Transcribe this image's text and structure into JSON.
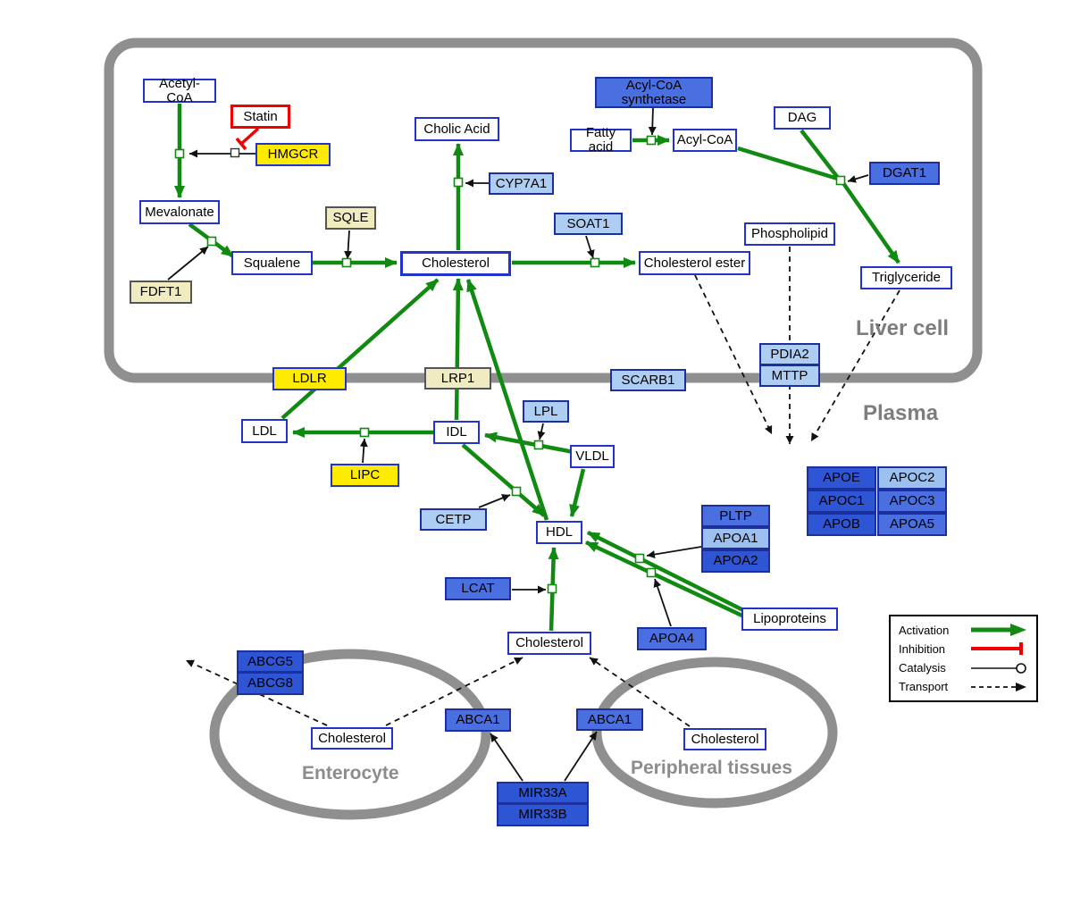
{
  "regions": {
    "liver": {
      "label": "Liver cell"
    },
    "plasma": {
      "label": "Plasma"
    },
    "enterocyte": {
      "label": "Enterocyte"
    },
    "peripheral": {
      "label": "Peripheral tissues"
    }
  },
  "legend": {
    "activation": "Activation",
    "inhibition": "Inhibition",
    "catalysis": "Catalysis",
    "transport": "Transport"
  },
  "colors": {
    "activation_green": "#108a10",
    "inhibition_red": "#f00000",
    "membrane_gray": "#8f8f8f",
    "metabolite_border_blue": "#2233cc",
    "enzyme_yellow": "#ffeb00",
    "enzyme_light_blue": "#aecdf2",
    "enzyme_medium_blue": "#4a6fe0",
    "enzyme_dark_blue": "#2e55d4",
    "enzyme_cream": "#f0ecc0"
  },
  "nodes": {
    "acetyl_coa": {
      "label": "Acetyl-CoA"
    },
    "statin": {
      "label": "Statin"
    },
    "hmgcr": {
      "label": "HMGCR"
    },
    "mevalonate": {
      "label": "Mevalonate"
    },
    "cholic_acid": {
      "label": "Cholic Acid"
    },
    "cyp7a1": {
      "label": "CYP7A1"
    },
    "sqle": {
      "label": "SQLE"
    },
    "squalene": {
      "label": "Squalene"
    },
    "fdft1": {
      "label": "FDFT1"
    },
    "cholesterol_liver": {
      "label": "Cholesterol"
    },
    "soat1": {
      "label": "SOAT1"
    },
    "cholesterol_ester": {
      "label": "Cholesterol ester"
    },
    "acyl_coa_synthetase": {
      "label": "Acyl-CoA synthetase"
    },
    "fatty_acid": {
      "label": "Fatty acid"
    },
    "acyl_coa": {
      "label": "Acyl-CoA"
    },
    "dag": {
      "label": "DAG"
    },
    "dgat1": {
      "label": "DGAT1"
    },
    "phospholipid": {
      "label": "Phospholipid"
    },
    "triglyceride": {
      "label": "Triglyceride"
    },
    "pdia2": {
      "label": "PDIA2"
    },
    "mttp": {
      "label": "MTTP"
    },
    "ldlr": {
      "label": "LDLR"
    },
    "lrp1": {
      "label": "LRP1"
    },
    "scarb1": {
      "label": "SCARB1"
    },
    "ldl": {
      "label": "LDL"
    },
    "idl": {
      "label": "IDL"
    },
    "lpl": {
      "label": "LPL"
    },
    "vldl": {
      "label": "VLDL"
    },
    "lipc": {
      "label": "LIPC"
    },
    "cetp": {
      "label": "CETP"
    },
    "hdl": {
      "label": "HDL"
    },
    "apoe": {
      "label": "APOE"
    },
    "apoc2": {
      "label": "APOC2"
    },
    "apoc1": {
      "label": "APOC1"
    },
    "apoc3": {
      "label": "APOC3"
    },
    "apob": {
      "label": "APOB"
    },
    "apoa5": {
      "label": "APOA5"
    },
    "pltp": {
      "label": "PLTP"
    },
    "apoa1": {
      "label": "APOA1"
    },
    "apoa2": {
      "label": "APOA2"
    },
    "lcat": {
      "label": "LCAT"
    },
    "apoa4": {
      "label": "APOA4"
    },
    "lipoproteins": {
      "label": "Lipoproteins"
    },
    "cholesterol_plasma": {
      "label": "Cholesterol"
    },
    "abcg5": {
      "label": "ABCG5"
    },
    "abcg8": {
      "label": "ABCG8"
    },
    "cholesterol_enterocyte": {
      "label": "Cholesterol"
    },
    "abca1_enterocyte": {
      "label": "ABCA1"
    },
    "abca1_peripheral": {
      "label": "ABCA1"
    },
    "cholesterol_peripheral": {
      "label": "Cholesterol"
    },
    "mir33a": {
      "label": "MIR33A"
    },
    "mir33b": {
      "label": "MIR33B"
    }
  }
}
